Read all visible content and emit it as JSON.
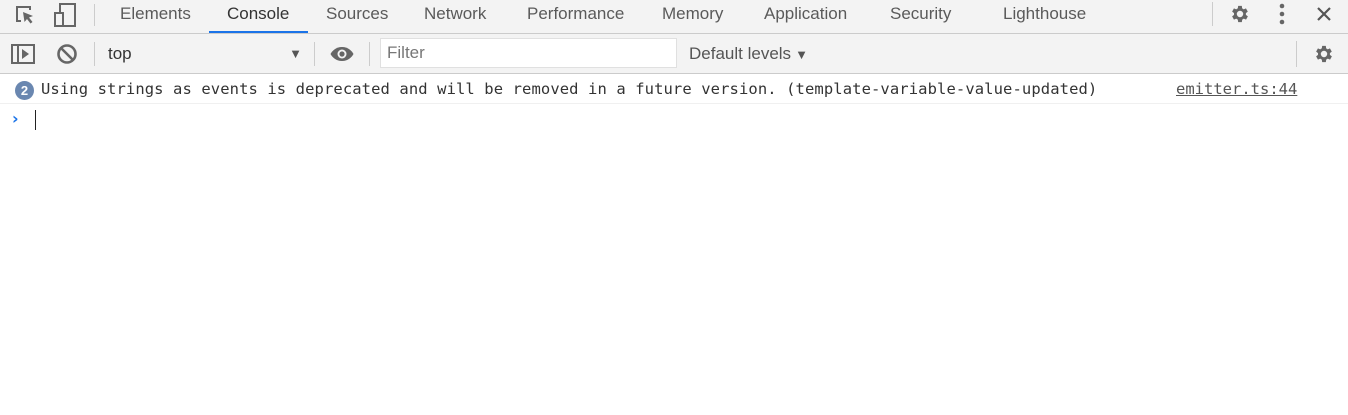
{
  "tabbar": {
    "icons": {
      "inspect": "inspect-element-icon",
      "device": "device-toggle-icon",
      "settings": "gear-icon",
      "more": "more-vertical-icon",
      "close": "close-icon"
    },
    "tabs": [
      {
        "label": "Elements",
        "active": false
      },
      {
        "label": "Console",
        "active": true
      },
      {
        "label": "Sources",
        "active": false
      },
      {
        "label": "Network",
        "active": false
      },
      {
        "label": "Performance",
        "active": false
      },
      {
        "label": "Memory",
        "active": false
      },
      {
        "label": "Application",
        "active": false
      },
      {
        "label": "Security",
        "active": false
      },
      {
        "label": "Lighthouse",
        "active": false
      }
    ],
    "accent_color": "#1a73e8"
  },
  "toolbar": {
    "icons": {
      "sidebar": "show-sidebar-icon",
      "clear": "clear-console-icon",
      "live_expression": "eye-icon",
      "settings": "gear-icon"
    },
    "context": "top",
    "filter": {
      "value": "",
      "placeholder": "Filter"
    },
    "levels": "Default levels"
  },
  "console": {
    "messages": [
      {
        "count": "2",
        "text": "Using strings as events is deprecated and will be removed in a future version. (template-variable-value-updated)",
        "source": "emitter.ts:44"
      }
    ],
    "prompt_value": ""
  }
}
